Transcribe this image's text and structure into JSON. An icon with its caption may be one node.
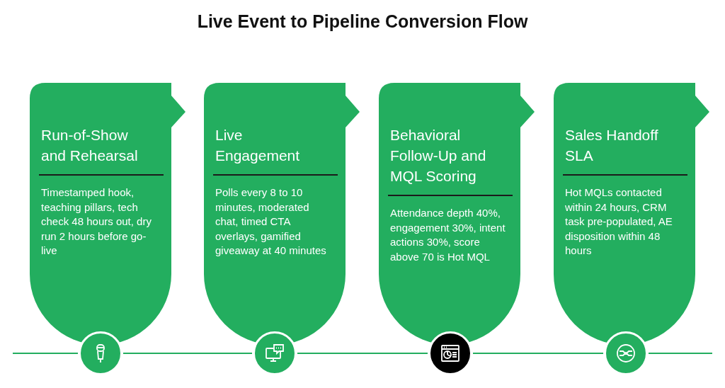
{
  "diagram": {
    "title": "Live Event to Pipeline Conversion Flow",
    "nodes": [
      {
        "text": [
          "Run-of-Show and Rehearsal",
          "Timestamped hook, teaching pillars, tech check 48 hours out, dry run 2 hours before go-live"
        ]
      },
      {
        "text": [
          "Live Engagement",
          "Polls every 8 to 10 minutes, moderated chat, timed CTA overlays, gamified giveaway at 40 minutes"
        ]
      },
      {
        "text": [
          "Behavioral Follow-Up and MQL Scoring",
          "Attendance depth 40%, engagement 30%, intent actions 30%, score above 70 is Hot MQL"
        ]
      },
      {
        "text": [
          "Sales Handoff SLA",
          "Hot MQLs contacted within 24 hours, CRM task pre-populated, AE disposition within 48 hours"
        ]
      },
      {
        "text": [],
        "shape": "circle"
      },
      {
        "text": [],
        "shape": "circle"
      },
      {
        "text": [],
        "shape": "circle"
      },
      {
        "text": [],
        "shape": "circle"
      }
    ],
    "edges": [
      {
        "from": null,
        "to": 4,
        "arrow": "none"
      },
      {
        "from": 4,
        "to": 5,
        "arrow": "none"
      },
      {
        "from": 5,
        "to": 6,
        "arrow": "none"
      },
      {
        "from": 6,
        "to": 7,
        "arrow": "none"
      },
      {
        "from": 7,
        "to": null,
        "arrow": "none"
      }
    ]
  }
}
